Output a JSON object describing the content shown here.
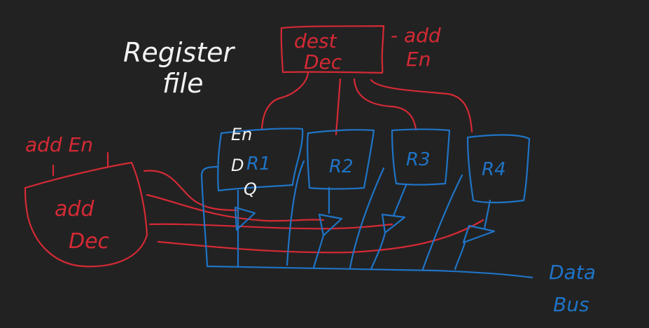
{
  "title": {
    "line1": "Register",
    "line2": "file"
  },
  "dest_dec": {
    "line1": "dest",
    "line2": "Dec",
    "enable_line1": "- add",
    "enable_line2": "En"
  },
  "add_dec": {
    "line1": "add",
    "line2": "Dec",
    "enable_label": "add En"
  },
  "register_pins": {
    "enable": "En",
    "data": "D",
    "output": "Q"
  },
  "registers": [
    {
      "label": "R1"
    },
    {
      "label": "R2"
    },
    {
      "label": "R3"
    },
    {
      "label": "R4"
    }
  ],
  "data_bus": {
    "line1": "Data",
    "line2": "Bus"
  },
  "colors": {
    "background": "#222222",
    "control": "#d42a35",
    "datapath": "#1f74c6",
    "text": "#f2f2f2"
  }
}
